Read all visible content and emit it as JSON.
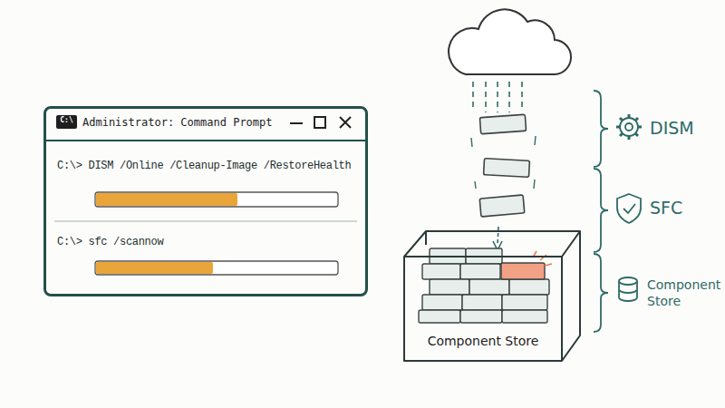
{
  "diagram": {
    "nodes": [
      {
        "text": [
          "Administrator: Command Prompt",
          "C:\\> DISM /Online /Cleanup-Image /RestoreHealth",
          "C:\\> sfc /scannow"
        ]
      },
      {
        "text": [
          "C:\\"
        ],
        "in": 0
      },
      {
        "text": [
          "Component Store"
        ]
      }
    ],
    "labels": [
      "DISM",
      "SFC",
      "Component Store"
    ]
  }
}
